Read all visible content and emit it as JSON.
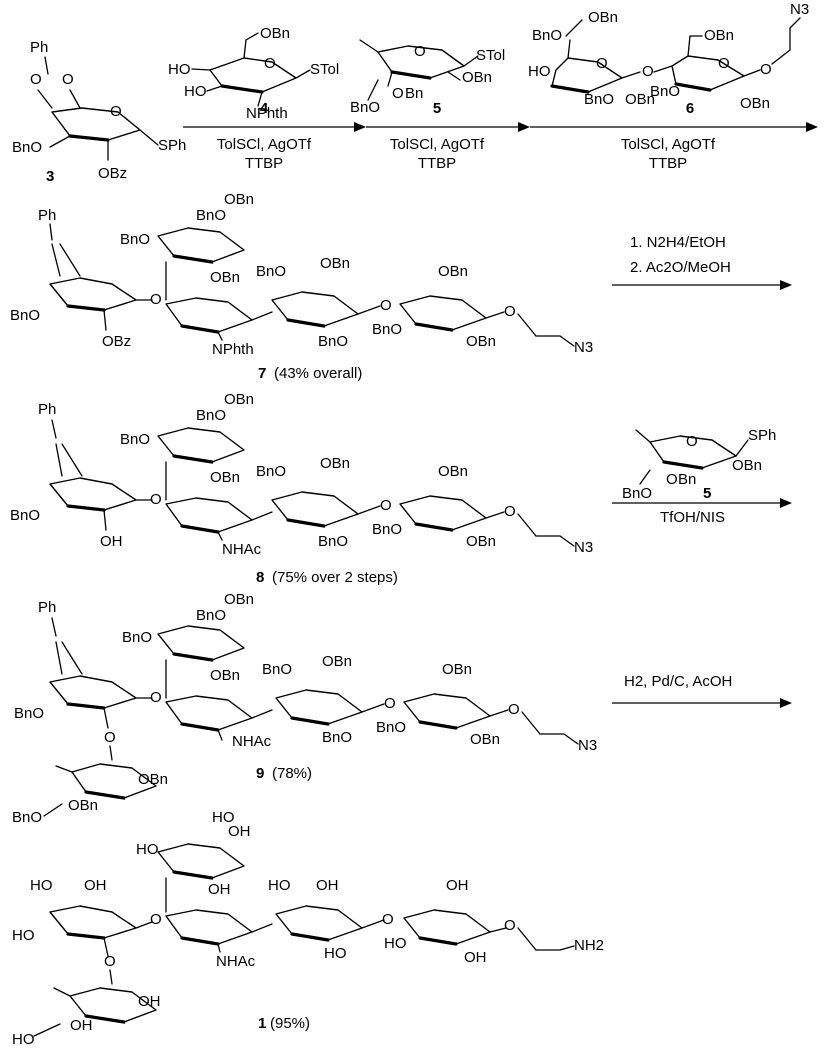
{
  "scheme": {
    "row1": {
      "compound_3": {
        "number": "3",
        "labels": {
          "ph": "Ph",
          "o": "O",
          "o2": "O",
          "bno": "BnO",
          "ring_o": "O",
          "sph": "SPh",
          "obz": "OBz"
        }
      },
      "step1": {
        "reagent_number": "4",
        "conditions": [
          "TolSCl, AgOTf",
          "TTBP"
        ],
        "reagent_labels": {
          "obn": "OBn",
          "ho1": "HO",
          "ho2": "HO",
          "ring_o": "O",
          "stol": "STol",
          "nphth": "NPhth"
        }
      },
      "step2": {
        "reagent_number": "5",
        "conditions": [
          "TolSCl, AgOTf",
          "TTBP"
        ],
        "reagent_labels": {
          "ring_o": "O",
          "stol": "STol",
          "obn": "OBn",
          "bno": "BnO",
          "o": "O",
          "bn": "Bn"
        }
      },
      "step3": {
        "reagent_number": "6",
        "conditions": [
          "TolSCl, AgOTf",
          "TTBP"
        ],
        "reagent_labels": {
          "bno1": "BnO",
          "obn1": "OBn",
          "obn2": "OBn",
          "n3": "N3",
          "ho": "HO",
          "ring_o1": "O",
          "o_link": "O",
          "ring_o2": "O",
          "o_end": "O",
          "bno2": "BnO",
          "obn3": "OBn",
          "bno3": "BnO",
          "obn4": "OBn"
        }
      }
    },
    "row2": {
      "compound": {
        "number": "7",
        "caption": "(43% overall)"
      },
      "conditions": [
        "1. N2H4/EtOH",
        "2. Ac2O/MeOH"
      ],
      "labels": {
        "ph": "Ph",
        "bno_fuc": "BnO",
        "obn_fuc": "OBn",
        "bno_fuc2": "BnO",
        "obn_glc": "OBn",
        "bno_gal": "BnO",
        "obn_gal": "OBn",
        "obn_glc2": "OBn",
        "bno_left": "BnO",
        "obz": "OBz",
        "nphth": "NPhth",
        "bno_mid": "BnO",
        "bno_r": "BnO",
        "obn_r": "OBn",
        "n3": "N3",
        "o": "O"
      }
    },
    "row3": {
      "compound": {
        "number": "8",
        "caption": "(75% over 2 steps)"
      },
      "reagent_number": "5",
      "reagent_labels": {
        "sph": "SPh",
        "obn": "OBn",
        "bno": "BnO",
        "ring_o": "O",
        "o": "O",
        "bn": "Bn"
      },
      "conditions": [
        "TfOH/NIS"
      ],
      "labels": {
        "ph": "Ph",
        "bno_fuc": "BnO",
        "obn_fuc": "OBn",
        "bno_fuc2": "BnO",
        "obn_glc": "OBn",
        "bno_gal": "BnO",
        "obn_gal": "OBn",
        "obn_glc2": "OBn",
        "bno_left": "BnO",
        "oh": "OH",
        "nhac": "NHAc",
        "bno_mid": "BnO",
        "bno_r": "BnO",
        "obn_r": "OBn",
        "n3": "N3",
        "o": "O"
      }
    },
    "row4": {
      "compound": {
        "number": "9",
        "caption": "(78%)"
      },
      "conditions": [
        "H2, Pd/C, AcOH"
      ],
      "labels": {
        "ph": "Ph",
        "bno_fuc": "BnO",
        "obn_fuc": "OBn",
        "bno_fuc2": "BnO",
        "obn_glc": "OBn",
        "bno_gal": "BnO",
        "obn_gal": "OBn",
        "obn_glc2": "OBn",
        "bno_left": "BnO",
        "nhac": "NHAc",
        "bno_mid": "BnO",
        "bno_r": "BnO",
        "obn_r": "OBn",
        "n3": "N3",
        "o": "O",
        "obn_f2": "OBn",
        "obn_f2b": "OBn",
        "bno_f2": "BnO"
      }
    },
    "row5": {
      "compound": {
        "number": "1",
        "caption": "(95%)"
      },
      "labels": {
        "oh_top": "OH",
        "ho_fuc": "HO",
        "ho_fuc2": "HO",
        "ho1": "HO",
        "oh1": "OH",
        "oh2": "OH",
        "ho2": "HO",
        "oh3": "OH",
        "ho3": "HO",
        "oh4": "OH",
        "ho4": "HO",
        "nhac": "NHAc",
        "ho5": "HO",
        "oh5": "OH",
        "nh2": "NH2",
        "o": "O",
        "oh_f2": "OH",
        "oh_f2b": "OH",
        "ho_f2": "HO"
      }
    }
  }
}
